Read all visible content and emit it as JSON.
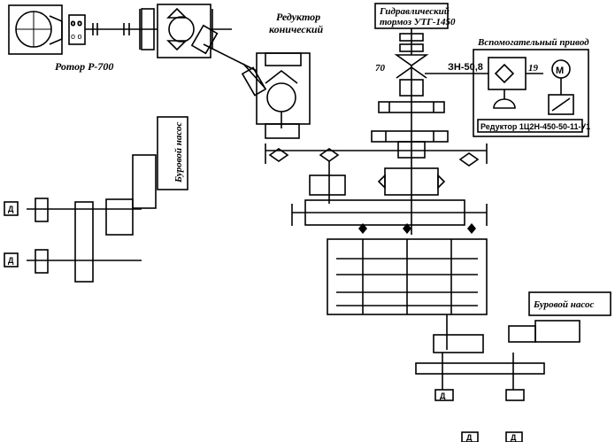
{
  "labels": {
    "rotor": "Ротор Р-700",
    "bevel_gearbox_line1": "Редуктор",
    "bevel_gearbox_line2": "конический",
    "brake_line1": "Гидравлический",
    "brake_line2": "тормоз УТГ-1450",
    "aux_drive": "Вспомогательный привод",
    "aux_gearbox": "Редуктор 1Ц2Н-450-50-11-У1",
    "mud_pump_left": "Буровой насос",
    "mud_pump_right": "Буровой насос",
    "clutch_ratio": "ЗН-50,8",
    "pos_70": "70",
    "pos_19": "19",
    "motor_m": "M",
    "engine": "Д"
  }
}
